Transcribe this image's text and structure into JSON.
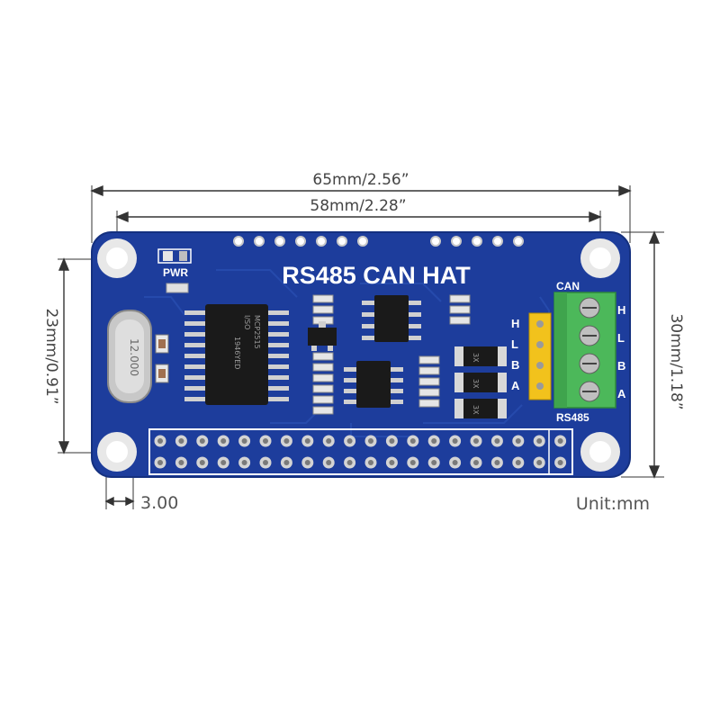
{
  "dimensions": {
    "total_width": "65mm/2.56”",
    "hole_spacing_width": "58mm/2.28”",
    "hole_spacing_height": "23mm/0.91”",
    "total_height": "30mm/1.18”",
    "hole_offset": "3.00",
    "unit": "Unit:mm"
  },
  "board": {
    "title": "RS485 CAN HAT",
    "pwr_label": "PWR",
    "can_label": "CAN",
    "rs485_label": "RS485",
    "header_pins_left": [
      "H",
      "L",
      "B",
      "A"
    ],
    "terminal_pins_right": [
      "H",
      "L",
      "B",
      "A"
    ],
    "main_chip_text": [
      "MCP2515",
      "I/SO",
      "1946YED"
    ],
    "crystal_text": "12.000",
    "diode_text": "3X"
  },
  "colors": {
    "pcb": "#1d3d9c",
    "pcb_edge": "#14307f",
    "terminal": "#4cb85a",
    "header": "#f2c21c",
    "pad": "#c9c9c9"
  }
}
